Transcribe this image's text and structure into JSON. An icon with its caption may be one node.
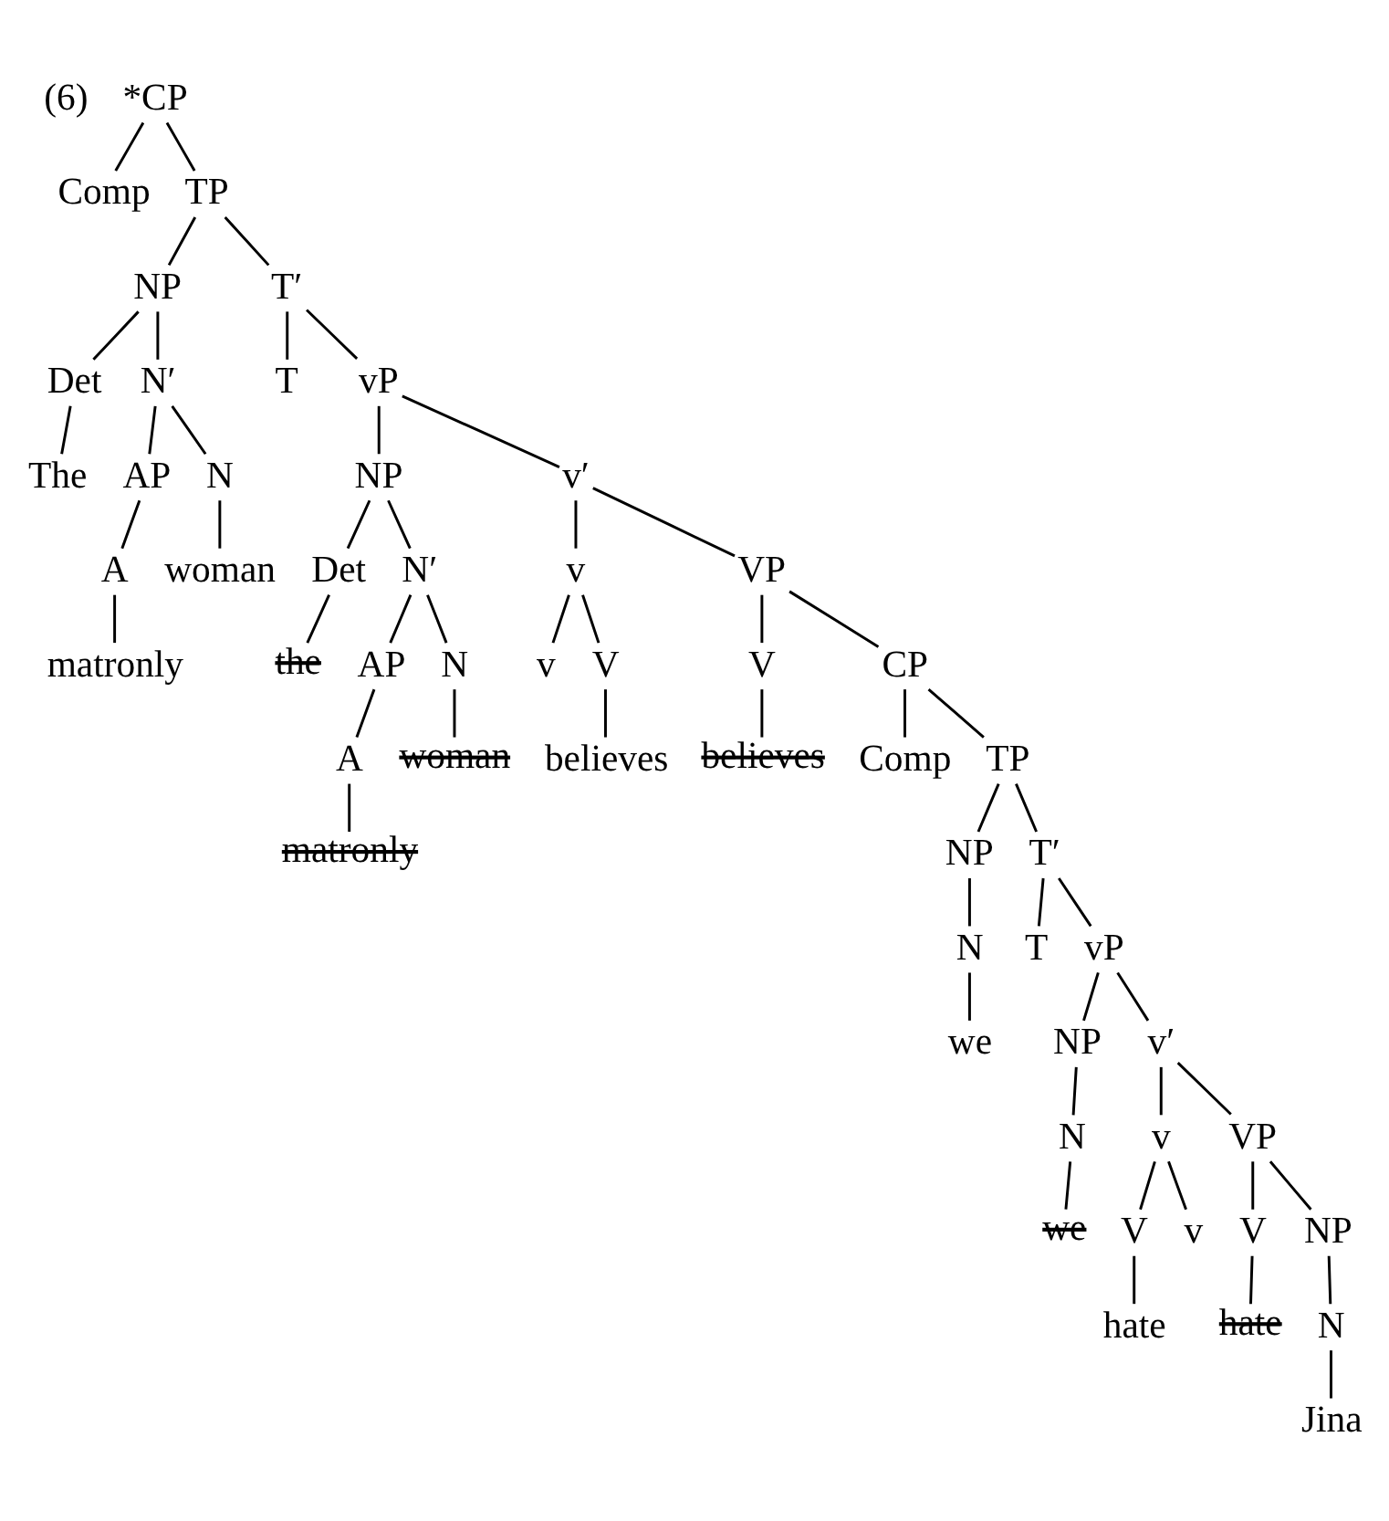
{
  "diagram": {
    "nodes": [
      {
        "text": [
          "*CP"
        ]
      },
      {
        "text": [
          "Comp"
        ]
      },
      {
        "text": [
          "TP"
        ]
      },
      {
        "text": [
          "NP"
        ]
      },
      {
        "text": [
          "Det"
        ]
      },
      {
        "text": [
          "The"
        ]
      },
      {
        "text": [
          "N′"
        ]
      },
      {
        "text": [
          "AP"
        ]
      },
      {
        "text": [
          "A"
        ]
      },
      {
        "text": [
          "matronly"
        ]
      },
      {
        "text": [
          "N"
        ]
      },
      {
        "text": [
          "woman"
        ]
      },
      {
        "text": [
          "T′"
        ]
      },
      {
        "text": [
          "T"
        ]
      },
      {
        "text": [
          "vP"
        ]
      },
      {
        "text": [
          "NP"
        ]
      },
      {
        "text": [
          "Det"
        ]
      },
      {
        "text": [
          "the"
        ]
      },
      {
        "text": [
          "N′"
        ]
      },
      {
        "text": [
          "AP"
        ]
      },
      {
        "text": [
          "A"
        ]
      },
      {
        "text": [
          "matronly"
        ]
      },
      {
        "text": [
          "N"
        ]
      },
      {
        "text": [
          "woman"
        ]
      },
      {
        "text": [
          "v′"
        ]
      },
      {
        "text": [
          "v"
        ]
      },
      {
        "text": [
          "v"
        ]
      },
      {
        "text": [
          "V"
        ]
      },
      {
        "text": [
          "believes"
        ]
      },
      {
        "text": [
          "VP"
        ]
      },
      {
        "text": [
          "V"
        ]
      },
      {
        "text": [
          "believes"
        ]
      },
      {
        "text": [
          "CP"
        ]
      },
      {
        "text": [
          "Comp"
        ]
      },
      {
        "text": [
          "TP"
        ]
      },
      {
        "text": [
          "NP"
        ]
      },
      {
        "text": [
          "N"
        ]
      },
      {
        "text": [
          "we"
        ]
      },
      {
        "text": [
          "T′"
        ]
      },
      {
        "text": [
          "T"
        ]
      },
      {
        "text": [
          "vP"
        ]
      },
      {
        "text": [
          "NP"
        ]
      },
      {
        "text": [
          "N"
        ]
      },
      {
        "text": [
          "we"
        ]
      },
      {
        "text": [
          "v′"
        ]
      },
      {
        "text": [
          "v"
        ]
      },
      {
        "text": [
          "V"
        ]
      },
      {
        "text": [
          "hate"
        ]
      },
      {
        "text": [
          "v"
        ]
      },
      {
        "text": [
          "VP"
        ]
      },
      {
        "text": [
          "V"
        ]
      },
      {
        "text": [
          "hate"
        ]
      },
      {
        "text": [
          "NP"
        ]
      },
      {
        "text": [
          "N"
        ]
      },
      {
        "text": [
          "Jina"
        ]
      }
    ],
    "edges": [
      {
        "from": 0,
        "to": 1,
        "arrow": "none"
      },
      {
        "from": 0,
        "to": 2,
        "arrow": "none"
      },
      {
        "from": 2,
        "to": 3,
        "arrow": "none"
      },
      {
        "from": 3,
        "to": 4,
        "arrow": "none"
      },
      {
        "from": 4,
        "to": 5,
        "arrow": "none"
      },
      {
        "from": 3,
        "to": 6,
        "arrow": "none"
      },
      {
        "from": 6,
        "to": 7,
        "arrow": "none"
      },
      {
        "from": 7,
        "to": 8,
        "arrow": "none"
      },
      {
        "from": 8,
        "to": 9,
        "arrow": "none"
      },
      {
        "from": 6,
        "to": 10,
        "arrow": "none"
      },
      {
        "from": 10,
        "to": 11,
        "arrow": "none"
      },
      {
        "from": 2,
        "to": 12,
        "arrow": "none"
      },
      {
        "from": 12,
        "to": 13,
        "arrow": "none"
      },
      {
        "from": 12,
        "to": 14,
        "arrow": "none"
      },
      {
        "from": 14,
        "to": 15,
        "arrow": "none"
      },
      {
        "from": 15,
        "to": 16,
        "arrow": "none"
      },
      {
        "from": 16,
        "to": 17,
        "arrow": "none"
      },
      {
        "from": 15,
        "to": 18,
        "arrow": "none"
      },
      {
        "from": 18,
        "to": 19,
        "arrow": "none"
      },
      {
        "from": 19,
        "to": 20,
        "arrow": "none"
      },
      {
        "from": 20,
        "to": 21,
        "arrow": "none"
      },
      {
        "from": 18,
        "to": 22,
        "arrow": "none"
      },
      {
        "from": 22,
        "to": 23,
        "arrow": "none"
      },
      {
        "from": 14,
        "to": 24,
        "arrow": "none"
      },
      {
        "from": 24,
        "to": 25,
        "arrow": "none"
      },
      {
        "from": 25,
        "to": 26,
        "arrow": "none"
      },
      {
        "from": 25,
        "to": 27,
        "arrow": "none"
      },
      {
        "from": 27,
        "to": 28,
        "arrow": "none"
      },
      {
        "from": 24,
        "to": 29,
        "arrow": "none"
      },
      {
        "from": 29,
        "to": 30,
        "arrow": "none"
      },
      {
        "from": 30,
        "to": 31,
        "arrow": "none"
      },
      {
        "from": 29,
        "to": 32,
        "arrow": "none"
      },
      {
        "from": 32,
        "to": 33,
        "arrow": "none"
      },
      {
        "from": 32,
        "to": 34,
        "arrow": "none"
      },
      {
        "from": 34,
        "to": 35,
        "arrow": "none"
      },
      {
        "from": 35,
        "to": 36,
        "arrow": "none"
      },
      {
        "from": 36,
        "to": 37,
        "arrow": "none"
      },
      {
        "from": 34,
        "to": 38,
        "arrow": "none"
      },
      {
        "from": 38,
        "to": 39,
        "arrow": "none"
      },
      {
        "from": 38,
        "to": 40,
        "arrow": "none"
      },
      {
        "from": 40,
        "to": 41,
        "arrow": "none"
      },
      {
        "from": 41,
        "to": 42,
        "arrow": "none"
      },
      {
        "from": 42,
        "to": 43,
        "arrow": "none"
      },
      {
        "from": 40,
        "to": 44,
        "arrow": "none"
      },
      {
        "from": 44,
        "to": 45,
        "arrow": "none"
      },
      {
        "from": 45,
        "to": 46,
        "arrow": "none"
      },
      {
        "from": 46,
        "to": 47,
        "arrow": "none"
      },
      {
        "from": 45,
        "to": 48,
        "arrow": "none"
      },
      {
        "from": 44,
        "to": 49,
        "arrow": "none"
      },
      {
        "from": 49,
        "to": 50,
        "arrow": "none"
      },
      {
        "from": 50,
        "to": 51,
        "arrow": "none"
      },
      {
        "from": 49,
        "to": 52,
        "arrow": "none"
      },
      {
        "from": 52,
        "to": 53,
        "arrow": "none"
      },
      {
        "from": 53,
        "to": 54,
        "arrow": "none"
      }
    ],
    "labels": [
      "(6)"
    ]
  }
}
